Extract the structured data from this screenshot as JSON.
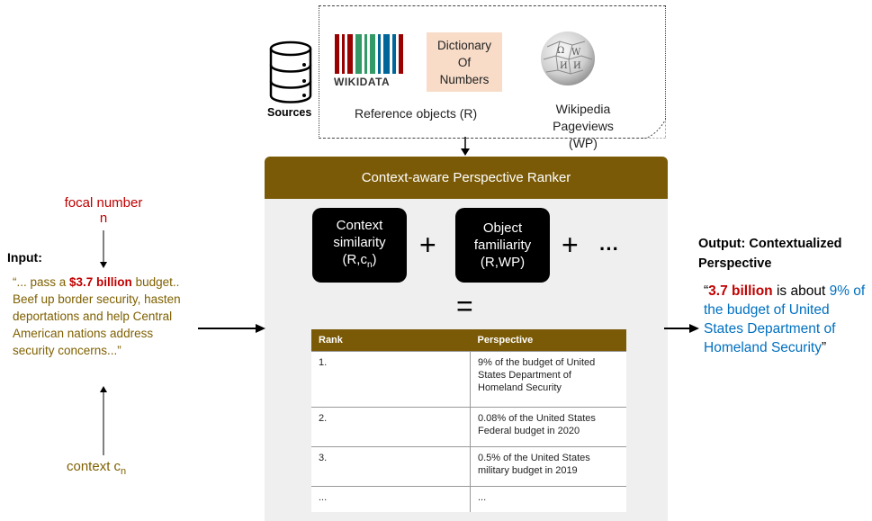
{
  "sources": {
    "label": "Sources",
    "wikidata_logo_text": "WIKIDATA",
    "dictionary_lines": [
      "Dictionary",
      "Of",
      "Numbers"
    ],
    "reference_label": "Reference objects (R)",
    "wikipedia_label_lines": [
      "Wikipedia",
      "Pageviews (WP)"
    ]
  },
  "ranker": {
    "title": "Context-aware Perspective Ranker",
    "box1_lines": [
      "Context",
      "similarity"
    ],
    "box1_formula": "(R,c",
    "box1_sub": "n",
    "box1_close": ")",
    "box2_lines": [
      "Object",
      "familiarity",
      "(R,WP)"
    ],
    "plus": "+",
    "ellipsis": "···",
    "equals": "="
  },
  "table": {
    "headers": [
      "Rank",
      "Perspective"
    ],
    "rows": [
      {
        "rank": "1.",
        "perspective": "9% of the budget of United States Department of Homeland Security"
      },
      {
        "rank": "2.",
        "perspective": "0.08% of the United States Federal budget in 2020"
      },
      {
        "rank": "3.",
        "perspective": "0.5% of the United States military budget in 2019"
      },
      {
        "rank": "...",
        "perspective": "..."
      }
    ]
  },
  "input": {
    "focal_line1": "focal number",
    "focal_line2": "n",
    "label": "Input:",
    "text_prefix": "“... pass a ",
    "text_highlight": "$3.7 billion",
    "text_rest": " budget.. Beef up border security, hasten deportations and help Central American nations address security concerns...”",
    "context_label": "context c",
    "context_sub": "n"
  },
  "output": {
    "title": "Output: Contextualized Perspective",
    "open_quote": "“",
    "highlight": "3.7 billion",
    "middle": " is about",
    "perspective": "9% of the budget of United States Department of Homeland Security",
    "close_quote": "”"
  },
  "colors": {
    "brown": "#7a5a06",
    "red": "#c00000",
    "blue": "#0070c0",
    "olive_text": "#7f6000",
    "dictionary_fill": "#f8dcc8"
  }
}
